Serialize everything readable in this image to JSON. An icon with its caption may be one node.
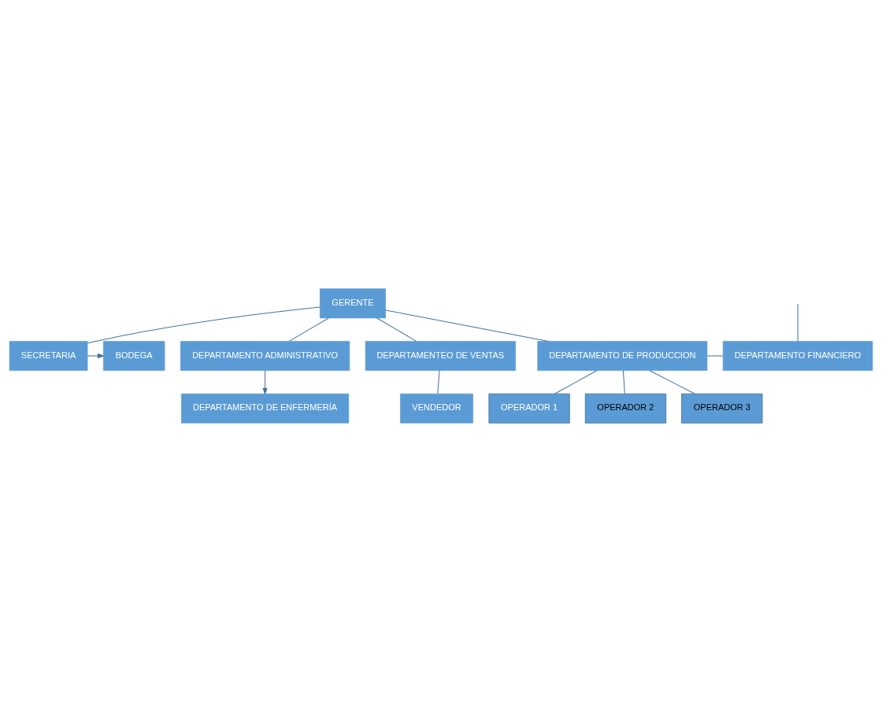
{
  "diagram": {
    "nodes": [
      {
        "text": [
          "GERENTE"
        ]
      },
      {
        "text": [
          "BODEGA"
        ]
      },
      {
        "text": [
          "SECRETARIA"
        ]
      },
      {
        "text": [
          "DEPARTAMENTO ADMINISTRATIVO"
        ]
      },
      {
        "text": [
          "DEPARTAMENTEO DE VENTAS"
        ]
      },
      {
        "text": [
          "DEPARTAMENTO DE PRODUCCION"
        ]
      },
      {
        "text": [
          "DEPARTAMENTO FINANCIERO"
        ]
      },
      {
        "text": [
          "DEPARTAMENTO DE ENFERMERÍA"
        ]
      },
      {
        "text": [
          "VENDEDOR"
        ]
      },
      {
        "text": [
          "OPERADOR 1"
        ]
      },
      {
        "text": [
          "OPERADOR 2"
        ]
      },
      {
        "text": [
          "OPERADOR 3"
        ]
      }
    ],
    "edges": [
      {
        "from": 0,
        "to": 2,
        "arrow": "none"
      },
      {
        "from": 2,
        "to": 1,
        "arrow": "to"
      },
      {
        "from": 0,
        "to": 3,
        "arrow": "none"
      },
      {
        "from": 0,
        "to": 4,
        "arrow": "none"
      },
      {
        "from": 0,
        "to": 5,
        "arrow": "none"
      },
      {
        "from": null,
        "to": 6,
        "arrow": "none"
      },
      {
        "from": 5,
        "to": 6,
        "arrow": "none"
      },
      {
        "from": 3,
        "to": 7,
        "arrow": "to"
      },
      {
        "from": 4,
        "to": 8,
        "arrow": "none"
      },
      {
        "from": 5,
        "to": 9,
        "arrow": "none"
      },
      {
        "from": 5,
        "to": 10,
        "arrow": "none"
      },
      {
        "from": 5,
        "to": 11,
        "arrow": "none"
      }
    ]
  }
}
